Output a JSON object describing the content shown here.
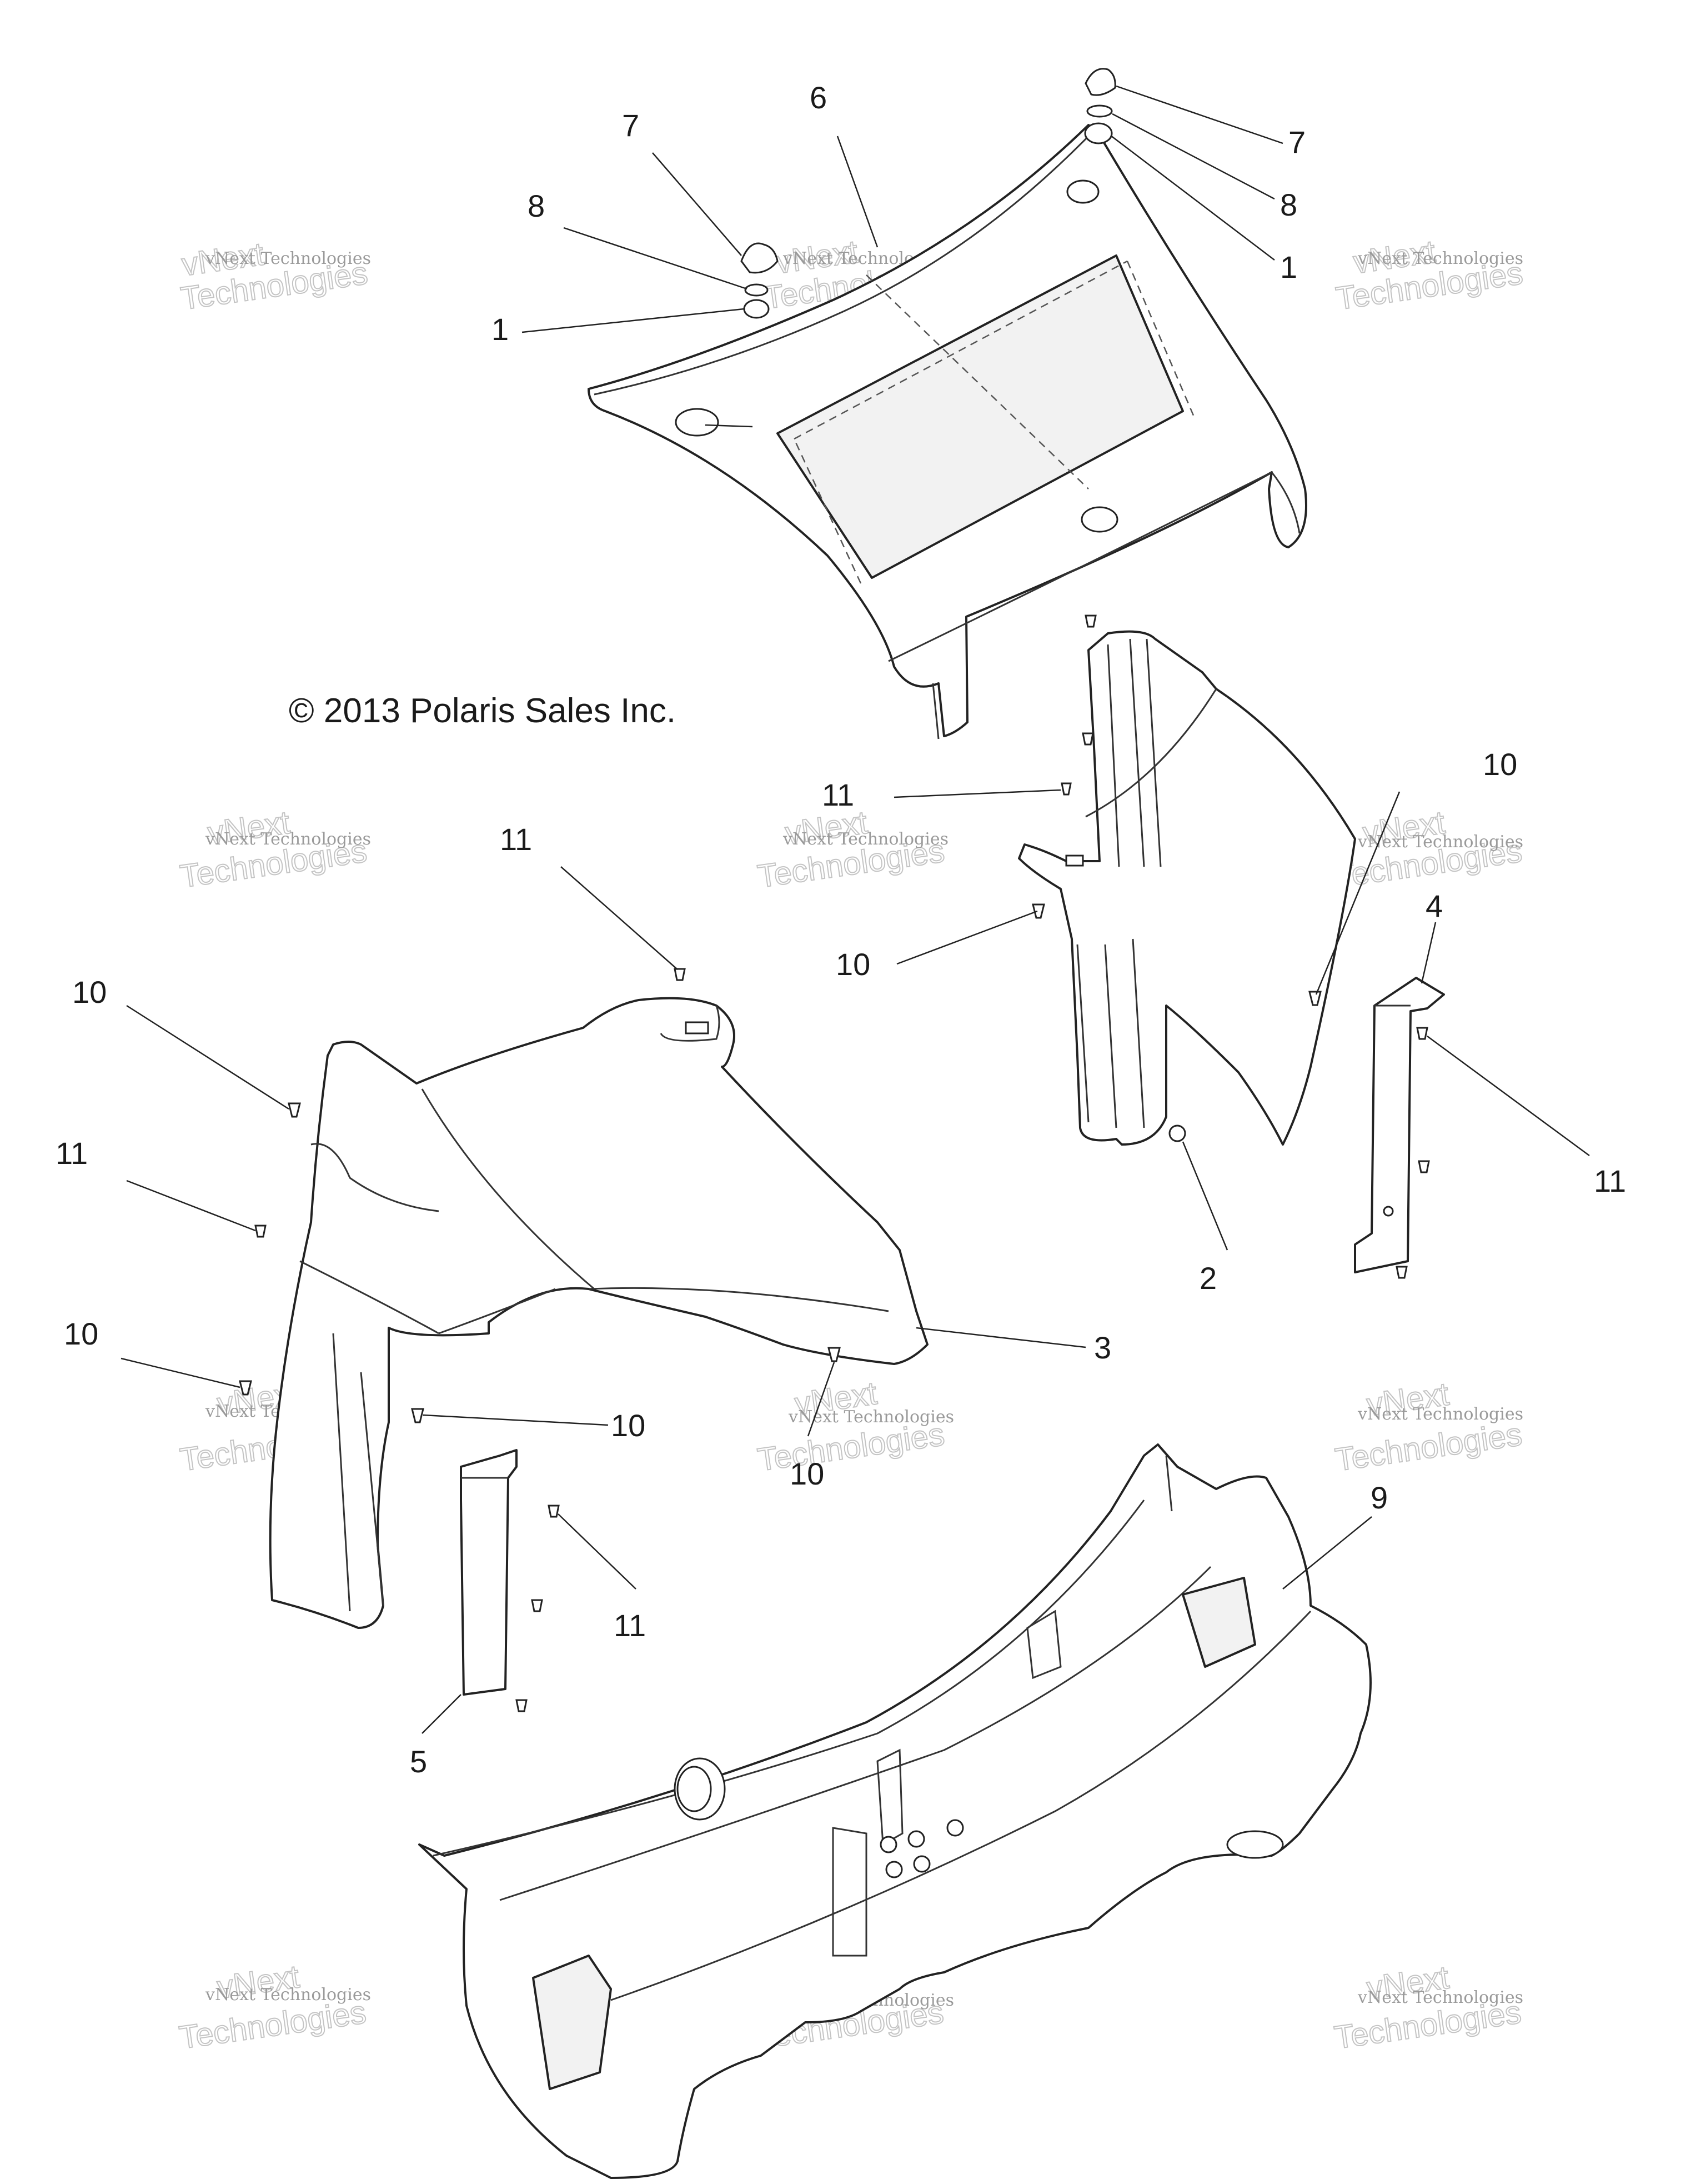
{
  "copyright": "© 2013 Polaris Sales Inc.",
  "watermark": {
    "small": "vNext Technologies",
    "line1": "vNext",
    "line2": "Technologies"
  },
  "callouts": [
    {
      "id": "c1a",
      "label": "1"
    },
    {
      "id": "c1b",
      "label": "1"
    },
    {
      "id": "c2",
      "label": "2"
    },
    {
      "id": "c3",
      "label": "3"
    },
    {
      "id": "c4",
      "label": "4"
    },
    {
      "id": "c5",
      "label": "5"
    },
    {
      "id": "c6",
      "label": "6"
    },
    {
      "id": "c7a",
      "label": "7"
    },
    {
      "id": "c7b",
      "label": "7"
    },
    {
      "id": "c8a",
      "label": "8"
    },
    {
      "id": "c8b",
      "label": "8"
    },
    {
      "id": "c9",
      "label": "9"
    },
    {
      "id": "c10a",
      "label": "10"
    },
    {
      "id": "c10b",
      "label": "10"
    },
    {
      "id": "c10c",
      "label": "10"
    },
    {
      "id": "c10d",
      "label": "10"
    },
    {
      "id": "c10e",
      "label": "10"
    },
    {
      "id": "c10f",
      "label": "10"
    },
    {
      "id": "c11a",
      "label": "11"
    },
    {
      "id": "c11b",
      "label": "11"
    },
    {
      "id": "c11c",
      "label": "11"
    },
    {
      "id": "c11d",
      "label": "11"
    },
    {
      "id": "c11e",
      "label": "11"
    }
  ]
}
